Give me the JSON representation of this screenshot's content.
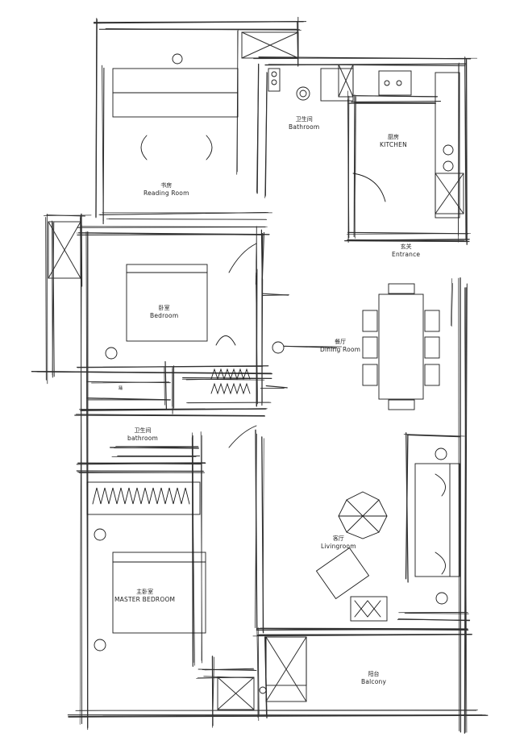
{
  "rooms": {
    "reading": {
      "zh": "书房",
      "en": "Reading Room"
    },
    "bath_top": {
      "zh": "卫生间",
      "en": "Bathroom"
    },
    "kitchen": {
      "zh": "厨房",
      "en": "KITCHEN"
    },
    "entrance": {
      "zh": "玄关",
      "en": "Entrance"
    },
    "bedroom": {
      "zh": "卧室",
      "en": "Bedroom"
    },
    "dining": {
      "zh": "餐厅",
      "en": "Dining Room"
    },
    "bath_mid": {
      "zh": "卫生间",
      "en": "bathroom"
    },
    "living": {
      "zh": "客厅",
      "en": "Livingroom"
    },
    "master": {
      "zh": "主卧室",
      "en": "MASTER BEDROOM"
    },
    "balcony": {
      "zh": "阳台",
      "en": "Balcony"
    }
  },
  "notes": {
    "small_mark": "踊"
  },
  "colors": {
    "ink": "#1a1a1a",
    "paper": "#ffffff"
  }
}
